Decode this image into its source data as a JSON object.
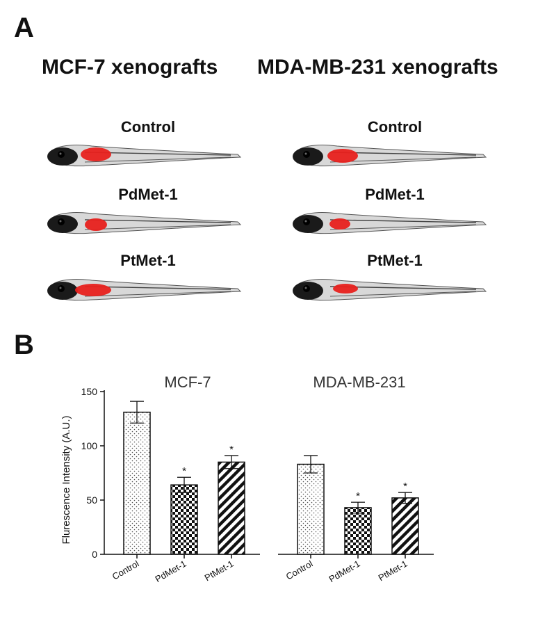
{
  "panel_a": {
    "letter": "A",
    "columns": [
      {
        "title": "MCF-7 xenografts",
        "conditions": [
          "Control",
          "PdMet-1",
          "PtMet-1"
        ]
      },
      {
        "title": "MDA-MB-231 xenografts",
        "conditions": [
          "Control",
          "PdMet-1",
          "PtMet-1"
        ]
      }
    ]
  },
  "panel_b": {
    "letter": "B"
  },
  "chart_data": {
    "type": "bar",
    "ylabel": "Flurescence Intensity (A.U.)",
    "ylim": [
      0,
      150
    ],
    "yticks": [
      0,
      50,
      100,
      150
    ],
    "grid": false,
    "groups": [
      {
        "name": "MCF-7",
        "categories": [
          "Control",
          "PdMet-1",
          "PtMet-1"
        ],
        "values": [
          131,
          64,
          85
        ],
        "errors": [
          10,
          7,
          6
        ],
        "significance": [
          "",
          "*",
          "*"
        ]
      },
      {
        "name": "MDA-MB-231",
        "categories": [
          "Control",
          "PdMet-1",
          "PtMet-1"
        ],
        "values": [
          83,
          43,
          52
        ],
        "errors": [
          8,
          5,
          5
        ],
        "significance": [
          "",
          "*",
          "*"
        ]
      }
    ],
    "patterns": [
      "dots",
      "checker",
      "diagonal-stripes"
    ]
  }
}
